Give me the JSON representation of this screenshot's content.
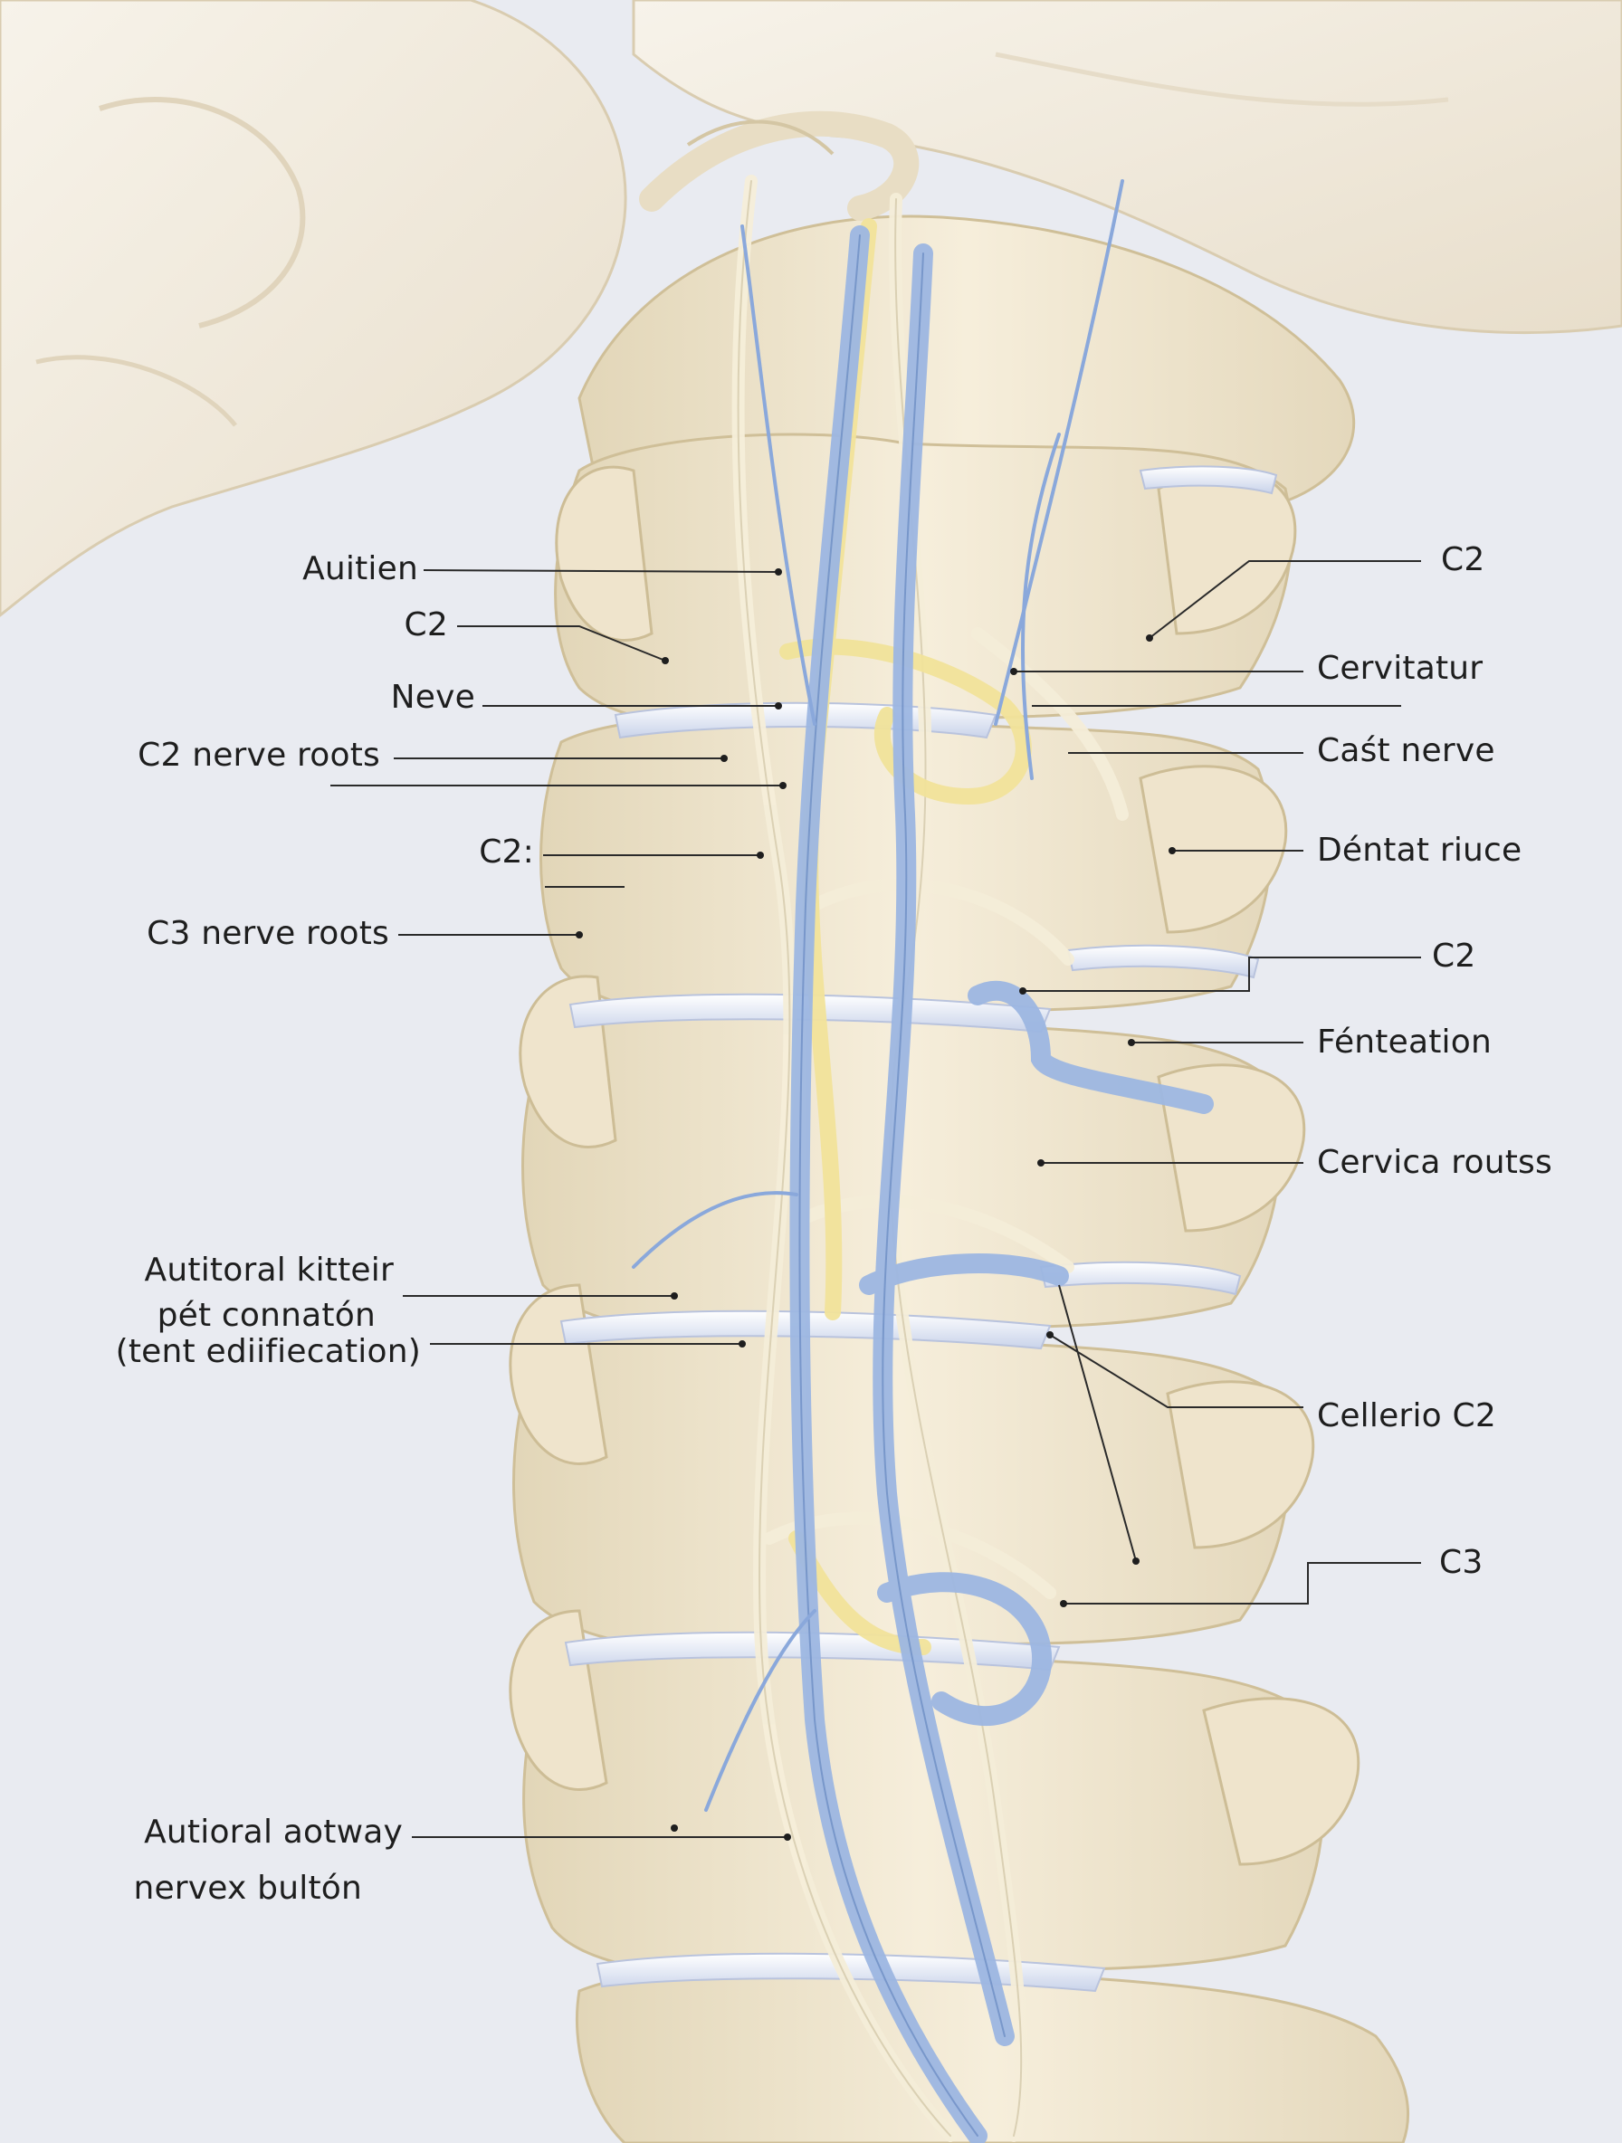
{
  "colors": {
    "background": "#e9ebf1",
    "bone": "#f3ead6",
    "bone_shadow": "#dccfae",
    "nerve_blue": "#9db7e2",
    "nerve_yellow": "#f1e39a",
    "nerve_cream": "#f6f0de",
    "leader_line": "#2a2a2a"
  },
  "labels": {
    "left": [
      "Auitien",
      "C2",
      "Neve",
      "C2 nerve roots",
      "C2:",
      "C3 nerve roots",
      "Autitoral kitteir",
      "pét connatón",
      "(tent ediifiecation)",
      "Autioral aotway",
      "nervex bultón"
    ],
    "right": [
      "C2",
      "Cervitatur",
      "Caśt nerve",
      "Déntat riuce",
      "C2",
      "Fénteation",
      "Cervica routss",
      "Cellerio C2",
      "C3"
    ]
  }
}
